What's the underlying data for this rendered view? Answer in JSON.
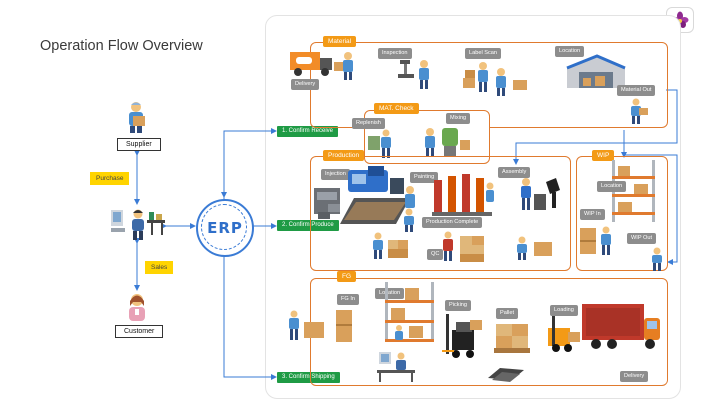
{
  "title": "Operation Flow Overview",
  "erp": "ERP",
  "supplier": "Supplier",
  "customer": "Customer",
  "purchase": "Purchase",
  "sales": "Sales",
  "steps": {
    "confirm_receive": "1. Confirm Receive",
    "confirm_produce": "2. Confirm Produce",
    "confirm_shipping": "3. Confirm Shipping"
  },
  "zones": {
    "material": "Material",
    "mat_check": "MAT. Check",
    "production": "Production",
    "wip": "WIP",
    "fg": "FG"
  },
  "material": {
    "delivery": "Delivery",
    "inspection": "Inspection",
    "label_scan": "Label Scan",
    "location": "Location",
    "material_out": "Material Out"
  },
  "mat_check": {
    "replenish": "Replenish",
    "mixing": "Mixing"
  },
  "production": {
    "injection": "Injection",
    "painting": "Painting",
    "assembly": "Assembly",
    "production_complete": "Production Complete",
    "qc": "QC"
  },
  "wip": {
    "location": "Location",
    "wip_in": "WIP In",
    "wip_out": "WIP Out"
  },
  "fg": {
    "fg_in": "FG In",
    "location": "Location",
    "picking": "Picking",
    "pallet": "Pallet",
    "loading": "Loading",
    "delivery": "Delivery"
  },
  "colors": {
    "zone_border": "#e07a2e",
    "orange_tag": "#f39a16",
    "gray_tag": "#8d8d8d",
    "green_step": "#1f9b45",
    "arrow": "#3a7bd5",
    "yellow_note": "#ffd400"
  }
}
